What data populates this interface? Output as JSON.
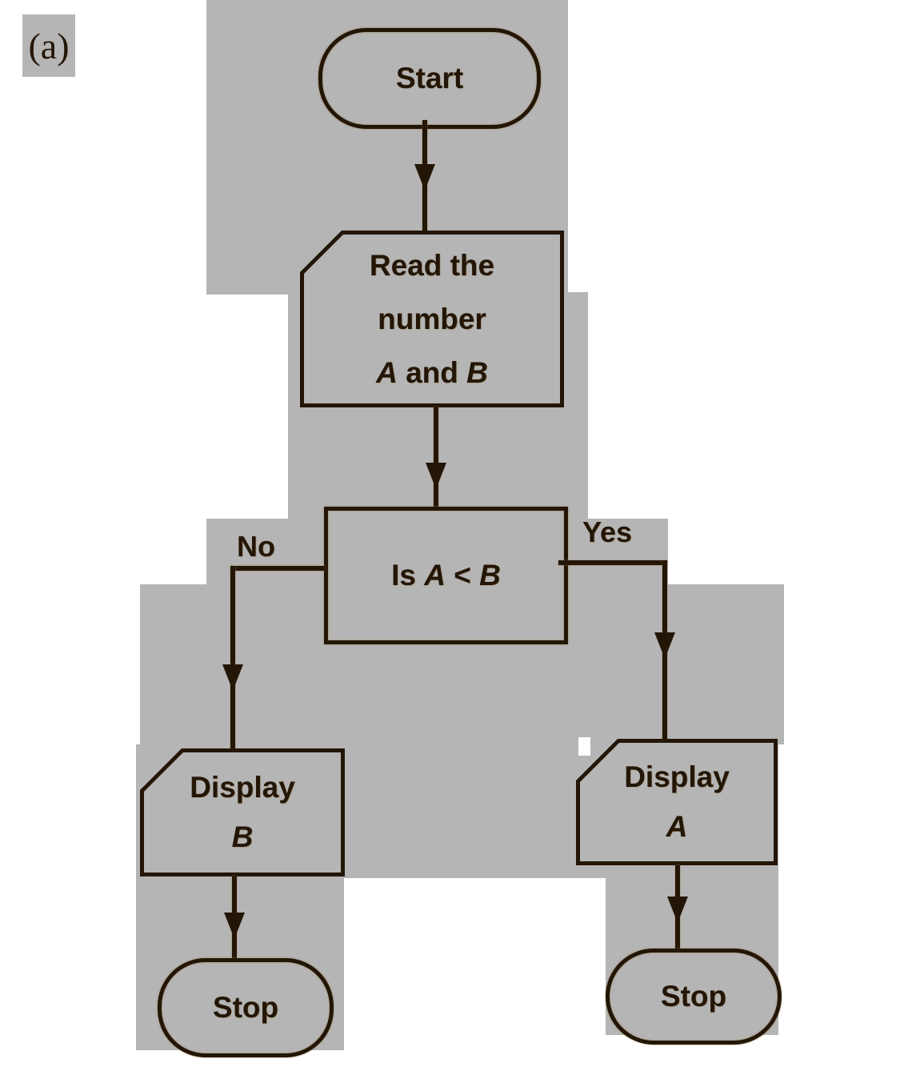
{
  "figure_label": "(a)",
  "palette": {
    "paper_white": "#ffffff",
    "scan_gray": "#b5b5b5",
    "ink_brown_black": "#241607"
  },
  "flowchart": {
    "nodes": {
      "start": {
        "type": "terminal",
        "label": "Start"
      },
      "read": {
        "type": "input",
        "line1": "Read the",
        "line2": "number",
        "line3_var1": "A",
        "line3_mid": " and ",
        "line3_var2": "B"
      },
      "decision": {
        "type": "decision",
        "prefix": "Is ",
        "var1": "A",
        "op": " < ",
        "var2": "B"
      },
      "display_b": {
        "type": "output",
        "word": "Display",
        "variable": "B"
      },
      "display_a": {
        "type": "output",
        "word": "Display",
        "variable": "A"
      },
      "stop_left": {
        "type": "terminal",
        "label": "Stop"
      },
      "stop_right": {
        "type": "terminal",
        "label": "Stop"
      }
    },
    "edge_labels": {
      "no": "No",
      "yes": "Yes"
    }
  }
}
